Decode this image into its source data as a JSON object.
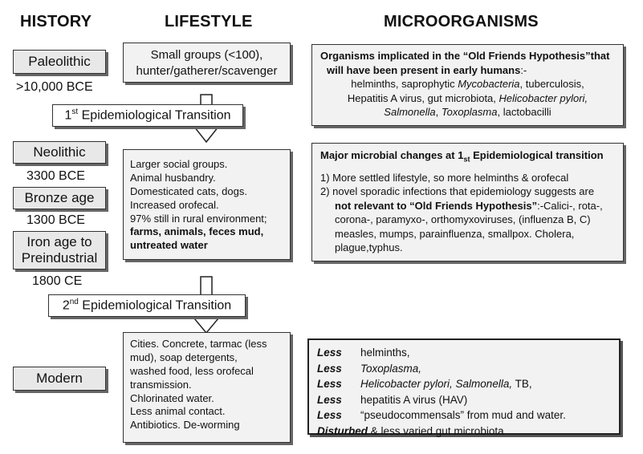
{
  "headers": {
    "history": "HISTORY",
    "lifestyle": "LIFESTYLE",
    "microorganisms": "MICROORGANISMS"
  },
  "history": {
    "paleolithic": "Paleolithic",
    "paleolithic_date": ">10,000 BCE",
    "neolithic": "Neolithic",
    "neolithic_date": "3300 BCE",
    "bronze": "Bronze age",
    "bronze_date": "1300 BCE",
    "iron_line1": "Iron age to",
    "iron_line2": "Preindustrial",
    "iron_date": "1800 CE",
    "modern": "Modern"
  },
  "transitions": {
    "first_num": "1",
    "first_sup": "st",
    "first_text": " Epidemiological Transition",
    "second_num": "2",
    "second_sup": "nd",
    "second_text": " Epidemiological Transition"
  },
  "lifestyle": {
    "paleo_line1": "Small groups (<100),",
    "paleo_line2": "hunter/gatherer/scavenger",
    "neo_lines": [
      "Larger social groups.",
      "Animal husbandry.",
      "Domesticated cats, dogs.",
      "Increased orofecal.",
      "97% still in rural environment;"
    ],
    "neo_bold1": "farms, animals, feces mud,",
    "neo_bold2": "untreated water",
    "modern_lines": [
      "Cities. Concrete, tarmac (less",
      "mud), soap detergents,",
      "washed food, less orofecal",
      "transmission.",
      " Chlorinated water.",
      " Less animal contact.",
      "Antibiotics. De-worming"
    ]
  },
  "micro": {
    "box1_title1": "Organisms implicated in the “Old Friends Hypothesis”that",
    "box1_title2": "will have been present in early humans",
    "box1_title2_end": ":-",
    "box1_l1a": "helminths, saprophytic ",
    "box1_l1b": "Mycobacteria",
    "box1_l1c": ", tuberculosis,",
    "box1_l2a": "Hepatitis A virus, gut microbiota, ",
    "box1_l2b": "Helicobacter pylori,",
    "box1_l3a": "Salmonella",
    "box1_l3b": ", ",
    "box1_l3c": "Toxoplasma",
    "box1_l3d": ", lactobacilli",
    "box2_title_a": "Major microbial changes at 1",
    "box2_title_sub": "st",
    "box2_title_b": " Epidemiological transition",
    "box2_p1": "1) More settled lifestyle, so more helminths & orofecal",
    "box2_p2": "2) novel sporadic infections that epidemiology suggests are",
    "box2_p3_bold": "not relevant to “Old Friends Hypothesis”",
    "box2_p3_rest": ":-Calici-, rota-,",
    "box2_p4": "corona-, paramyxo-, orthomyxoviruses, (influenza B, C)",
    "box2_p5": "measles, mumps, parainfluenza, smallpox. Cholera,",
    "box2_p6": "plague,typhus.",
    "less_word": "Less",
    "less_rows": [
      {
        "a": "helminths,",
        "italic": false
      },
      {
        "a": "Toxoplasma,",
        "italic": true
      }
    ],
    "less_row3_a": "Helicobacter pylori, Salmonella,",
    "less_row3_b": " TB,",
    "less_row4": "hepatitis A virus (HAV)",
    "less_row5": "“pseudocommensals” from mud and water.",
    "disturbed_word": "Disturbed",
    "disturbed_rest": " &  less varied gut microbiota"
  }
}
